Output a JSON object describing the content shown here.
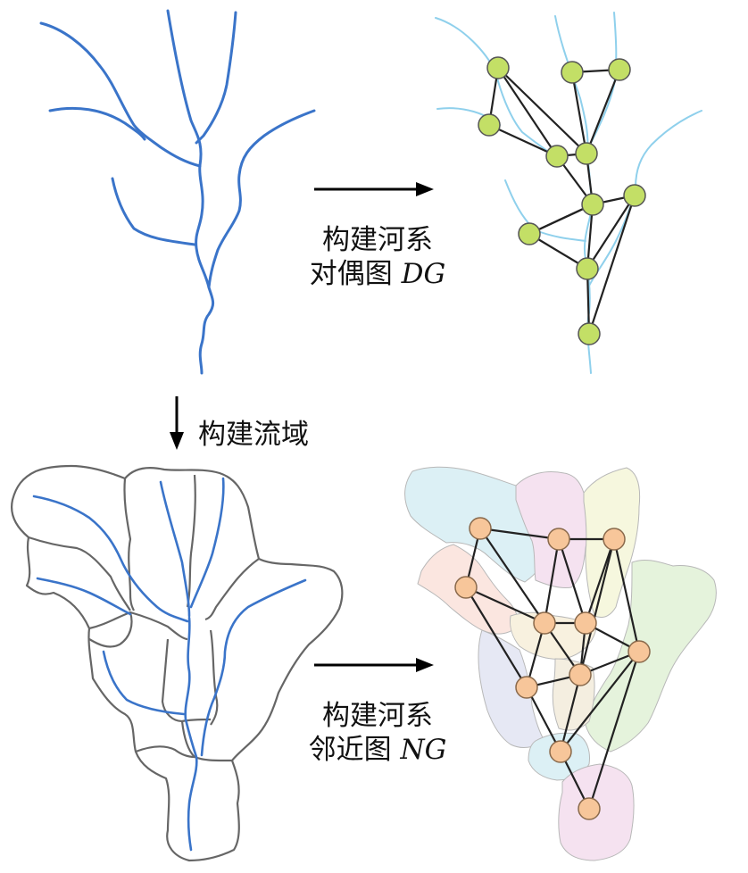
{
  "labels": {
    "dual_graph": {
      "text": "构建河系",
      "line2": "对偶图",
      "symbol": "DG"
    },
    "watershed": {
      "text": "构建流域"
    },
    "neighbor_graph": {
      "text": "构建河系",
      "line2": "邻近图",
      "symbol": "NG"
    }
  },
  "colors": {
    "river": "#3a74c9",
    "river_light": "#8fd0ec",
    "edge": "#222222",
    "arrow": "#000000",
    "node_green": "#c3df66",
    "node_orange": "#f7c69a",
    "basin_outline": "#666666"
  }
}
